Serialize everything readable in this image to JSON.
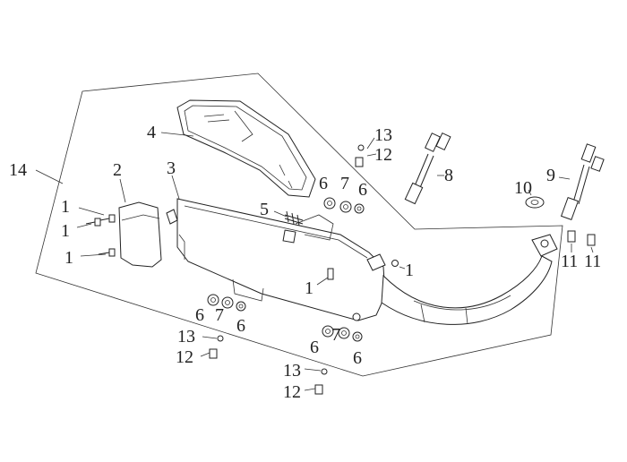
{
  "diagram": {
    "callouts": {
      "c1a": "1",
      "c1b": "1",
      "c1c": "1",
      "c1d": "1",
      "c1e": "1",
      "c2": "2",
      "c3": "3",
      "c4": "4",
      "c5": "5",
      "c6a": "6",
      "c6b": "6",
      "c6c": "6",
      "c6d": "6",
      "c6e": "6",
      "c6f": "6",
      "c7a": "7",
      "c7b": "7",
      "c7c": "7",
      "c8": "8",
      "c9": "9",
      "c10": "10",
      "c11a": "11",
      "c11b": "11",
      "c12a": "12",
      "c12b": "12",
      "c12c": "12",
      "c13a": "13",
      "c13b": "13",
      "c13c": "13",
      "c14": "14"
    }
  }
}
